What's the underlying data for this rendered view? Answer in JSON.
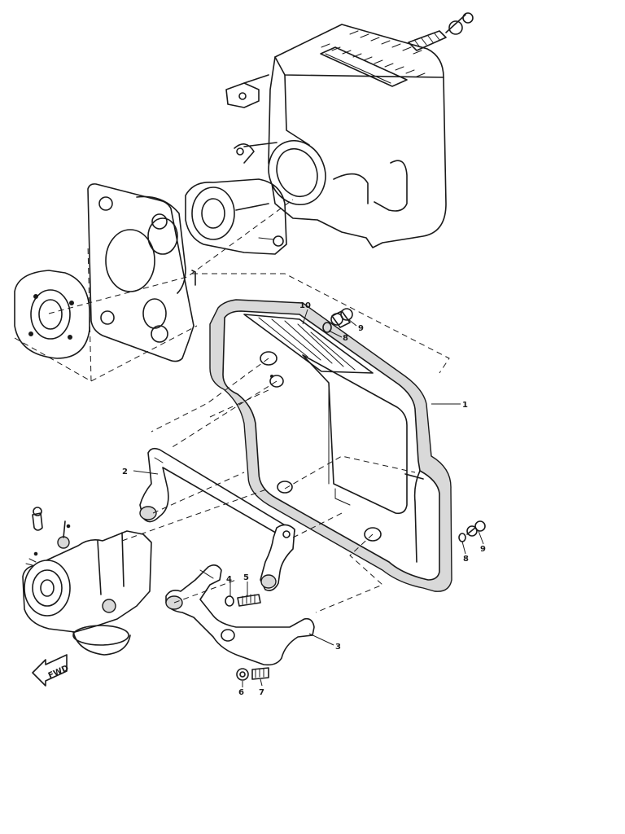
{
  "diagram": {
    "callouts": {
      "c1": "1",
      "c2": "2",
      "c3": "3",
      "c4": "4",
      "c5": "5",
      "c6": "6",
      "c7": "7",
      "c8_top": "8",
      "c9_top": "9",
      "c8_right": "8",
      "c9_right": "9",
      "c10": "10"
    },
    "direction_label": "FWD"
  }
}
